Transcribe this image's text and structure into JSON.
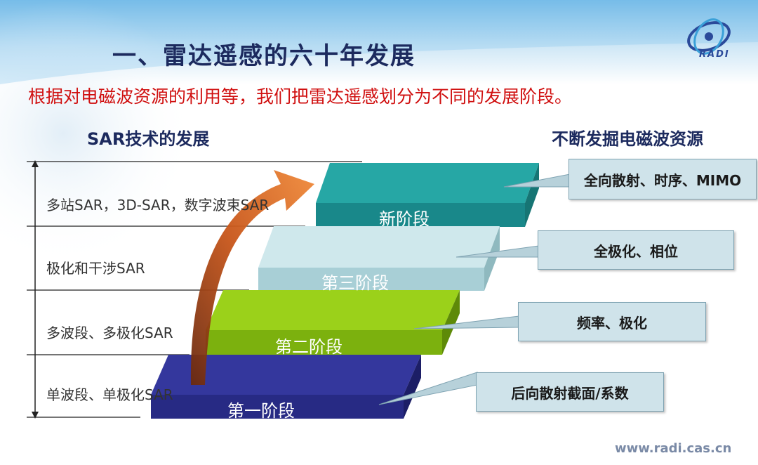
{
  "title": "一、雷达遥感的六十年发展",
  "subtitle": "根据对电磁波资源的利用等，我们把雷达遥感划分为不同的发展阶段。",
  "left_header": "SAR技术的发展",
  "right_header": "不断发掘电磁波资源",
  "logo_text": "RADI",
  "levels": [
    "多站SAR，3D-SAR，数字波束SAR",
    "极化和干涉SAR",
    "多波段、多极化SAR",
    "单波段、单极化SAR"
  ],
  "steps": [
    {
      "label": "第一阶段",
      "color": "#2d2f8f"
    },
    {
      "label": "第二阶段",
      "color": "#8cc30e"
    },
    {
      "label": "第三阶段",
      "color": "#b6dbe0"
    },
    {
      "label": "新阶段",
      "color": "#1d9a9a"
    }
  ],
  "callouts": [
    "后向散射截面/系数",
    "频率、极化",
    "全极化、相位",
    "全向散射、时序、MIMO"
  ],
  "arrow_color": "#c8561a",
  "footer": "www.radi.cas.cn"
}
